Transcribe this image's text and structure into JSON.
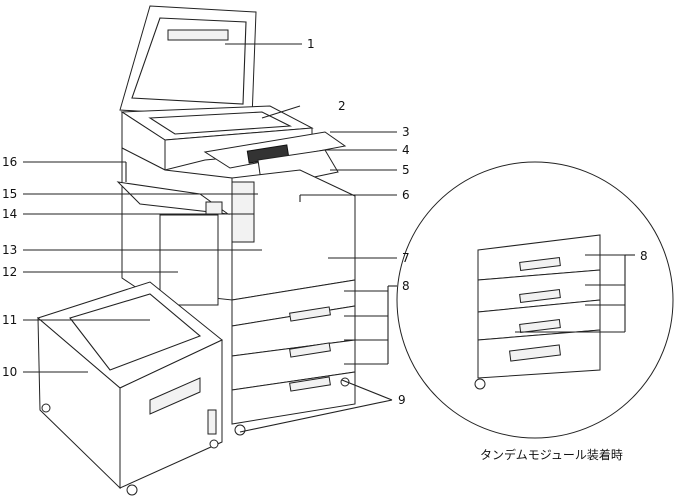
{
  "title": "Parts diagram",
  "callouts": [
    {
      "id": "1",
      "label": "1"
    },
    {
      "id": "2",
      "label": "2"
    },
    {
      "id": "3",
      "label": "3"
    },
    {
      "id": "4",
      "label": "4"
    },
    {
      "id": "5",
      "label": "5"
    },
    {
      "id": "6",
      "label": "6"
    },
    {
      "id": "7",
      "label": "7"
    },
    {
      "id": "8",
      "label": "8"
    },
    {
      "id": "8b",
      "label": "8"
    },
    {
      "id": "9",
      "label": "9"
    },
    {
      "id": "10",
      "label": "10"
    },
    {
      "id": "11",
      "label": "11"
    },
    {
      "id": "12",
      "label": "12"
    },
    {
      "id": "13",
      "label": "13"
    },
    {
      "id": "14",
      "label": "14"
    },
    {
      "id": "15",
      "label": "15"
    },
    {
      "id": "16",
      "label": "16"
    }
  ],
  "inset_caption": "タンデムモジュール装着時"
}
